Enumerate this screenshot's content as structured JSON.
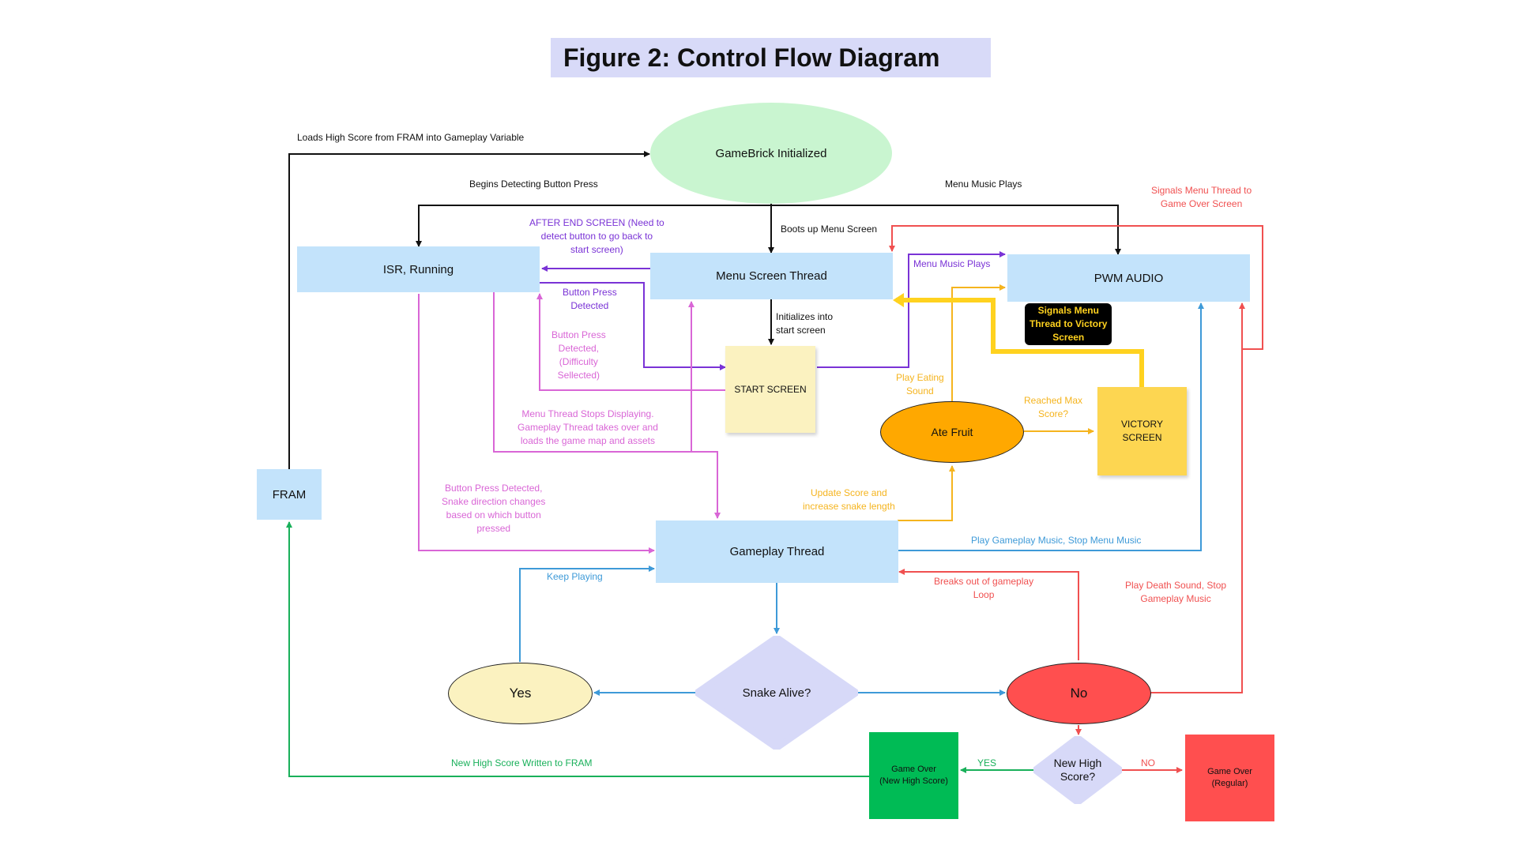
{
  "title": "Figure 2: Control Flow Diagram",
  "nodes": {
    "gamebrick": "GameBrick Initialized",
    "isr": "ISR, Running",
    "menu": "Menu Screen Thread",
    "pwm": "PWM AUDIO",
    "start": "START SCREEN",
    "fram": "FRAM",
    "ate_fruit": "Ate Fruit",
    "victory": [
      "VICTORY",
      "SCREEN"
    ],
    "gameplay": "Gameplay Thread",
    "snake_alive": "Snake Alive?",
    "yes": "Yes",
    "no": "No",
    "new_high": [
      "New High",
      "Score?"
    ],
    "game_over_high": [
      "Game Over",
      "(New High Score)"
    ],
    "game_over_regular": [
      "Game Over",
      "(Regular)"
    ]
  },
  "labels": {
    "loads_high_score": "Loads High Score  from FRAM into Gameplay Variable",
    "begins_detecting": "Begins Detecting Button Press",
    "menu_music_plays_top": "Menu Music Plays",
    "signals_menu_game_over": [
      "Signals Menu Thread to",
      "Game Over Screen"
    ],
    "boots_up": "Boots up Menu Screen",
    "after_end_screen": [
      "AFTER END SCREEN (Need to",
      "detect button to go back to",
      "start screen)"
    ],
    "menu_music_plays": "Menu Music Plays",
    "button_press_detected": [
      "Button Press",
      "Detected"
    ],
    "initializes_into": [
      "Initializes into",
      "start screen"
    ],
    "signals_victory": [
      "Signals Menu",
      "Thread to Victory",
      "Screen"
    ],
    "difficulty": [
      "Button Press",
      "Detected,",
      "(Difficulty",
      "Sellected)"
    ],
    "play_eating": [
      "Play Eating",
      "Sound"
    ],
    "reached_max": [
      "Reached Max",
      "Score?"
    ],
    "menu_thread_stops": [
      "Menu Thread Stops Displaying.",
      "Gameplay Thread takes over and",
      "loads the game map and assets"
    ],
    "button_press_snake": [
      "Button Press Detected,",
      "Snake direction changes",
      "based on which button",
      "pressed"
    ],
    "update_score": [
      "Update Score and",
      "increase snake length"
    ],
    "play_gameplay_music": "Play Gameplay Music, Stop Menu Music",
    "keep_playing": "Keep Playing",
    "breaks_out": [
      "Breaks out of gameplay",
      "Loop"
    ],
    "play_death": [
      "Play Death Sound, Stop",
      "Gameplay Music"
    ],
    "new_high_written": "New High Score Written to FRAM",
    "yes_branch": "YES",
    "no_branch": "NO"
  },
  "colors": {
    "black": "#111111",
    "purple": "#7a33d6",
    "pink": "#d966d6",
    "orange": "#f5b41e",
    "blue": "#3e9ad8",
    "red": "#f05050",
    "green": "#19b05a",
    "yellow_bold": "#ffd21f",
    "node_blue": "#c3e3fb",
    "node_green": "#c9f5d0",
    "node_orange": "#ffa800",
    "node_yellow": "#fdd651",
    "node_lavender": "#d7d9f8",
    "node_cream": "#fbf2c0",
    "node_red": "#ff4f4f",
    "node_green_dark": "#00bb55"
  }
}
